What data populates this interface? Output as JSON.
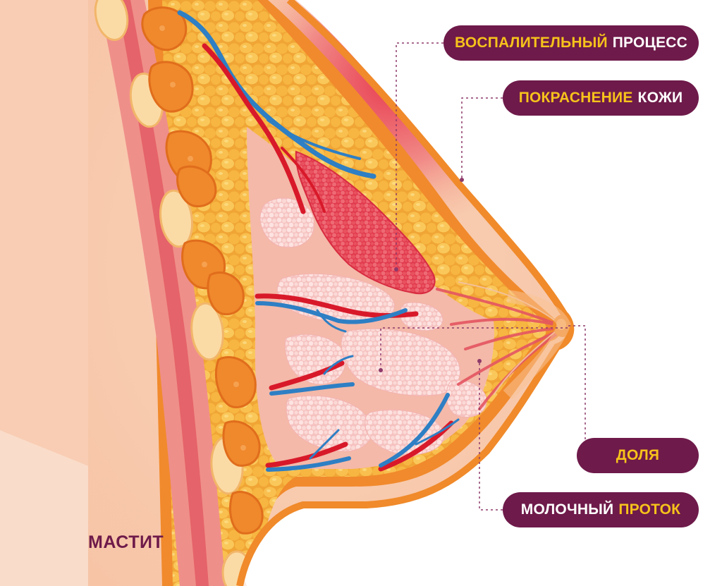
{
  "title": "МАСТИТ",
  "labels": [
    {
      "id": "inflammation",
      "part1": "ВОСПАЛИТЕЛЬНЫЙ",
      "part2": "ПРОЦЕСС",
      "highlight": "part1"
    },
    {
      "id": "skin-redness",
      "part1": "ПОКРАСНЕНИЕ",
      "part2": "КОЖИ",
      "highlight": "part1"
    },
    {
      "id": "lobe",
      "part1": "ДОЛЯ",
      "part2": "",
      "highlight": "part1"
    },
    {
      "id": "milk-duct",
      "part1": "МОЛОЧНЫЙ",
      "part2": "ПРОТОК",
      "highlight": "part2"
    }
  ],
  "colors": {
    "pill_background": "#6e1a4a",
    "pill_text": "#ffffff",
    "pill_highlight": "#f6c21b",
    "skin": "#f8ccb2",
    "inflammation": "#e8354d",
    "fat": "#f7b44a",
    "vein": "#2e7fc4",
    "artery": "#d8192a"
  }
}
